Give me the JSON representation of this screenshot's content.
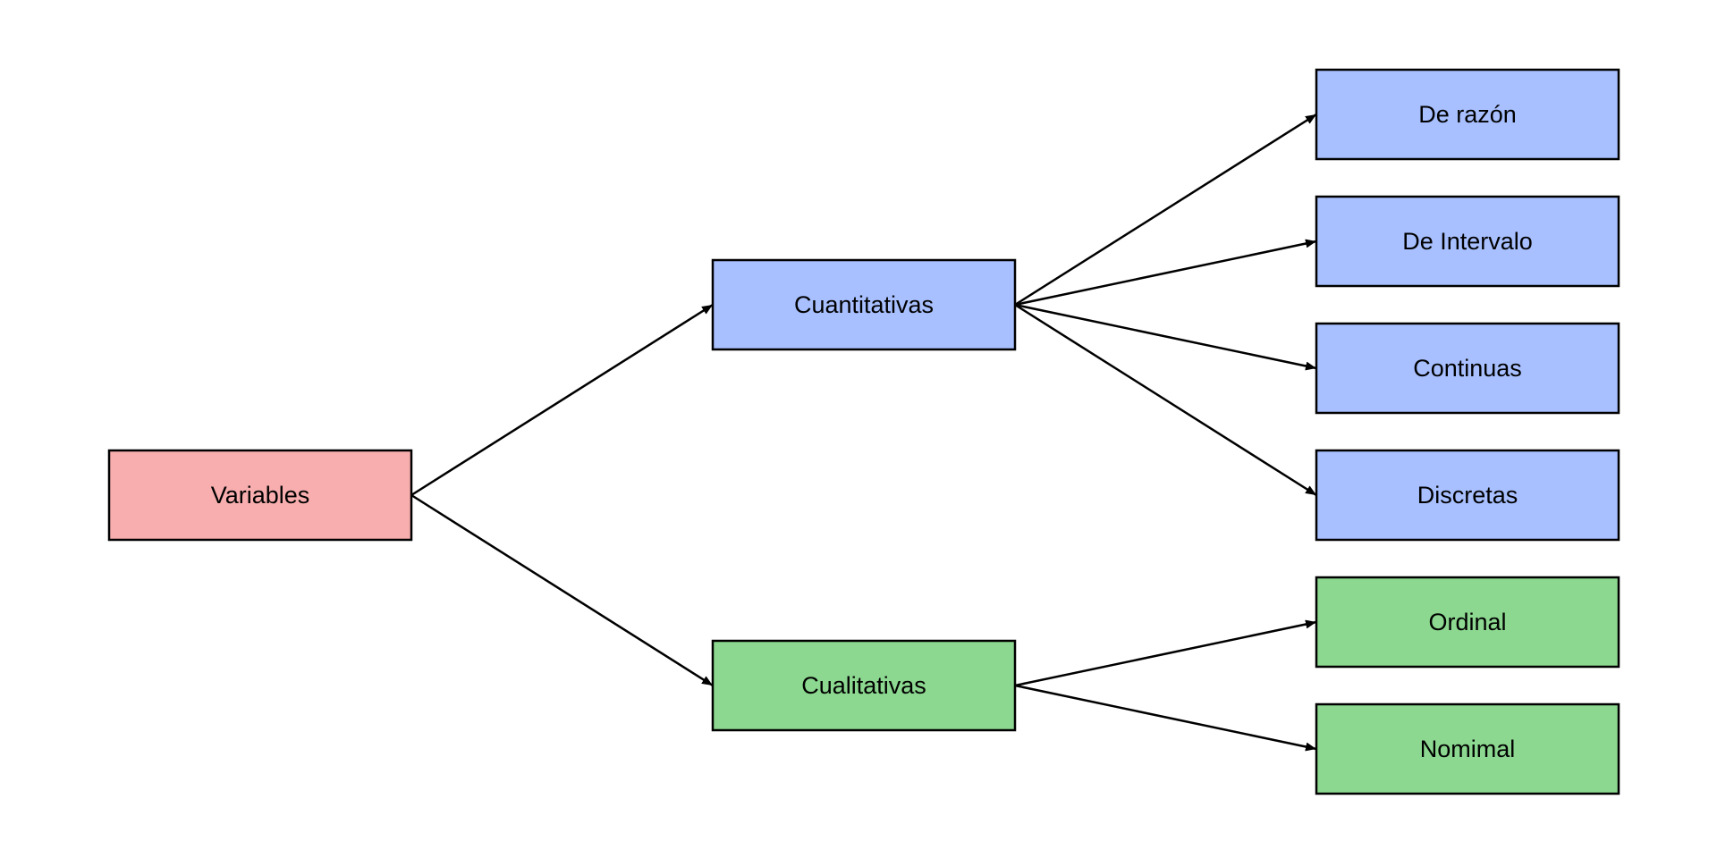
{
  "colors": {
    "root": "#F8AEAE",
    "quantitative": "#A8C0FF",
    "qualitative": "#8CD890",
    "stroke": "#000000"
  },
  "nodes": [
    {
      "id": "variables",
      "label": "Variables",
      "group": "root"
    },
    {
      "id": "cuantitativas",
      "label": "Cuantitativas",
      "group": "quantitative"
    },
    {
      "id": "cualitativas",
      "label": "Cualitativas",
      "group": "qualitative"
    },
    {
      "id": "de-razon",
      "label": "De razón",
      "group": "quantitative"
    },
    {
      "id": "de-intervalo",
      "label": "De Intervalo",
      "group": "quantitative"
    },
    {
      "id": "continuas",
      "label": "Continuas",
      "group": "quantitative"
    },
    {
      "id": "discretas",
      "label": "Discretas",
      "group": "quantitative"
    },
    {
      "id": "ordinal",
      "label": "Ordinal",
      "group": "qualitative"
    },
    {
      "id": "nomimal",
      "label": "Nomimal",
      "group": "qualitative"
    }
  ],
  "edges": [
    {
      "from": "variables",
      "to": "cuantitativas"
    },
    {
      "from": "variables",
      "to": "cualitativas"
    },
    {
      "from": "cuantitativas",
      "to": "de-razon"
    },
    {
      "from": "cuantitativas",
      "to": "de-intervalo"
    },
    {
      "from": "cuantitativas",
      "to": "continuas"
    },
    {
      "from": "cuantitativas",
      "to": "discretas"
    },
    {
      "from": "cualitativas",
      "to": "ordinal"
    },
    {
      "from": "cualitativas",
      "to": "nomimal"
    }
  ]
}
